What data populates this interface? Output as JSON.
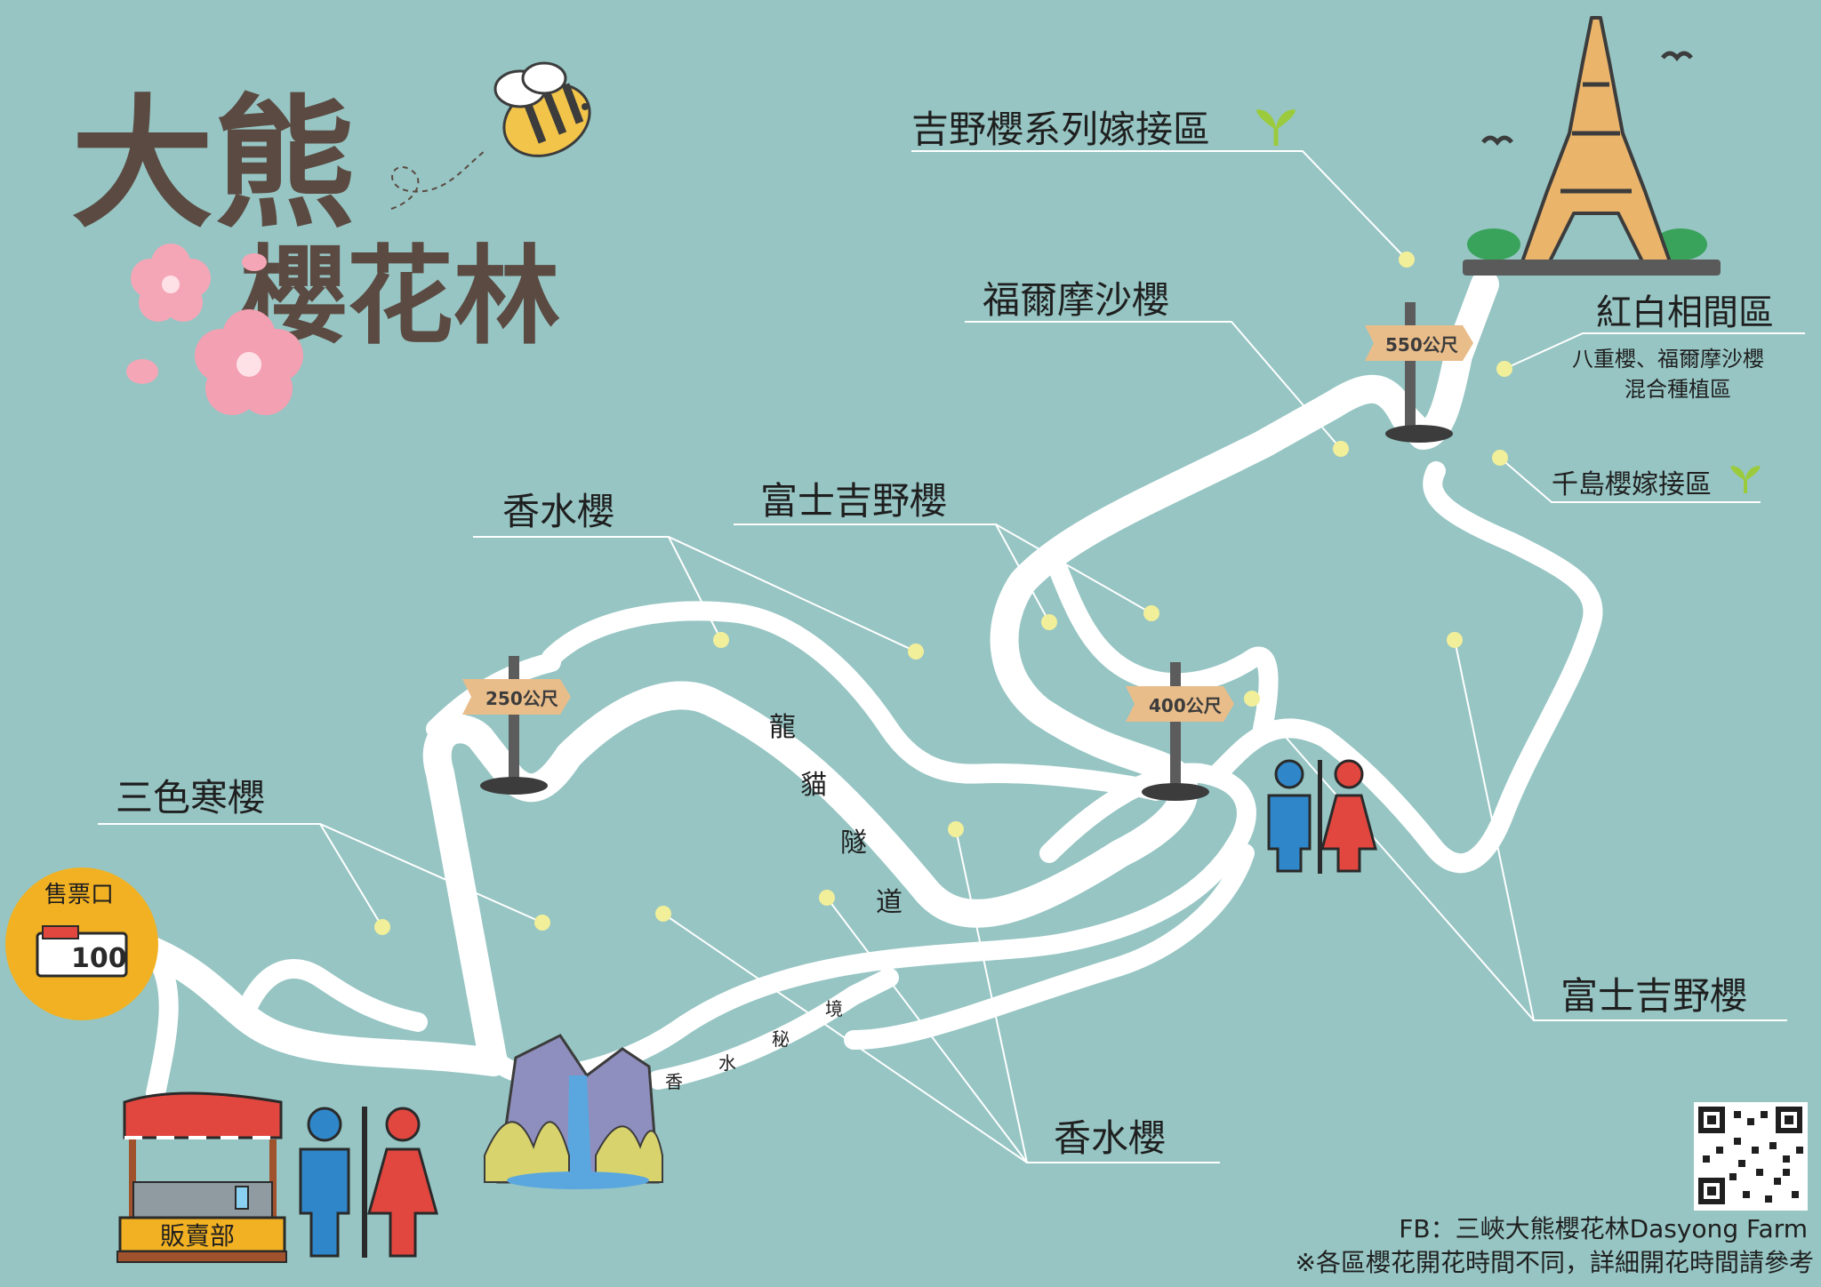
{
  "title": {
    "line1": "大熊",
    "line2": "櫻花林"
  },
  "labels": {
    "yoshino_graft": "吉野櫻系列嫁接區",
    "formosa": "福爾摩沙櫻",
    "red_white": "紅白相間區",
    "red_white_sub1": "八重櫻、福爾摩沙櫻",
    "red_white_sub2": "混合種植區",
    "chishima": "千島櫻嫁接區",
    "fuji_top": "富士吉野櫻",
    "kawazu_top": "香水櫻",
    "sanshoku": "三色寒櫻",
    "fuji_right": "富士吉野櫻",
    "kawazu_bottom": "香水櫻"
  },
  "signposts": {
    "s250": "250公尺",
    "s400": "400公尺",
    "s550": "550公尺"
  },
  "trails": {
    "dragon_cat": [
      "龍",
      "貓",
      "隧",
      "道"
    ],
    "perfume": [
      "香",
      "水",
      "秘",
      "境"
    ]
  },
  "ticket": {
    "label": "售票口",
    "value": "100"
  },
  "shop": {
    "label": "販賣部"
  },
  "footer": {
    "fb": "FB：三峽大熊櫻花林Dasyong Farm",
    "note": "※各區櫻花開花時間不同，詳細開花時間請參考"
  },
  "colors": {
    "background": "#96c5c3",
    "path": "#ffffff",
    "dot": "#f2ef9a",
    "sign": "#e9bd8a",
    "toilet_male": "#2f86c9",
    "toilet_female": "#e2473f",
    "ticket_circle": "#f2b123",
    "title": "#5b4a42"
  },
  "icons": [
    "bee-icon",
    "sakura-icon",
    "eiffel-tower-icon",
    "signpost-icon",
    "toilet-icon",
    "ticket-booth-icon",
    "shop-stall-icon",
    "waterfall-icon",
    "qr-code-icon",
    "sprout-icon"
  ]
}
